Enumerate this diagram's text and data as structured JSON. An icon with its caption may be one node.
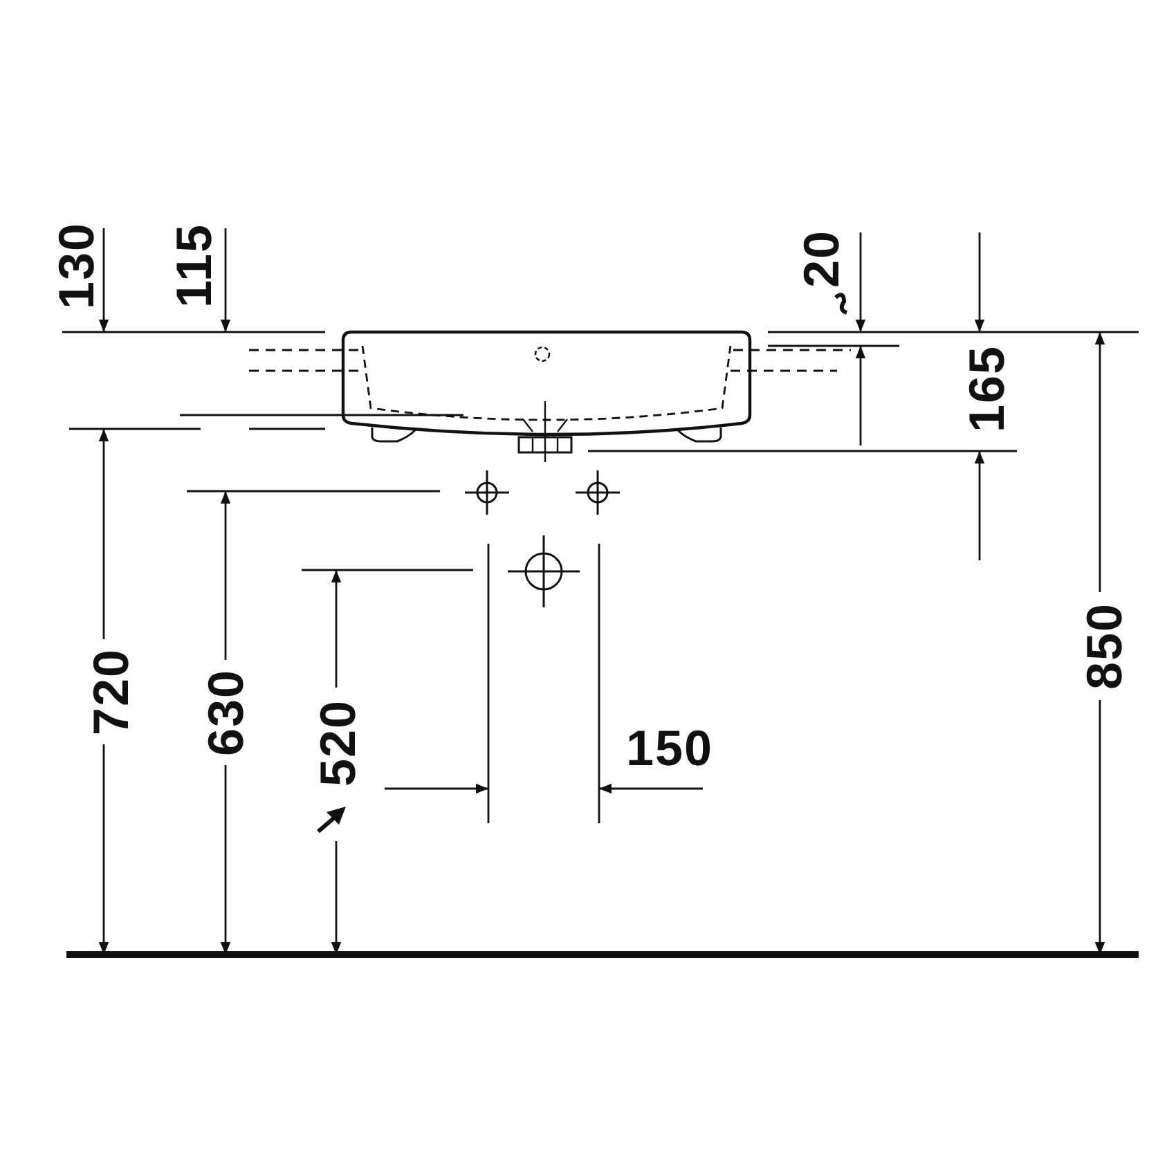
{
  "diagram": {
    "labels": [
      "130",
      "115",
      "20",
      "165",
      "720",
      "630",
      "520",
      "150",
      "850"
    ]
  }
}
